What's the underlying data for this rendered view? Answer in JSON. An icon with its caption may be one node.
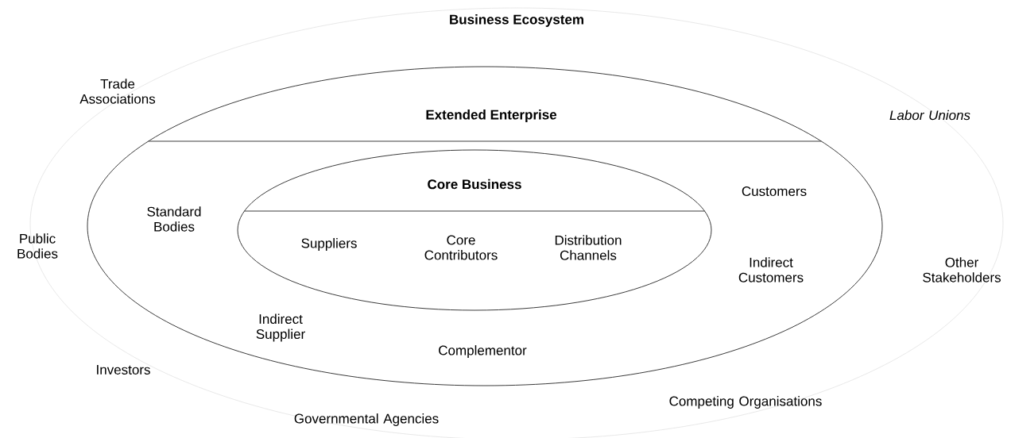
{
  "diagram": {
    "nodes": [
      {
        "text": [
          "Business Ecosystem"
        ]
      },
      {
        "text": [
          "Extended Enterprise"
        ],
        "in": 0
      },
      {
        "text": [
          "Core Business"
        ],
        "in": 1
      }
    ],
    "labels": [
      "Trade Associations",
      "Labor Unions",
      "Customers",
      "Standard Bodies",
      "Public Bodies",
      "Suppliers",
      "Core Contributors",
      "Distribution Channels",
      "Indirect Customers",
      "Other Stakeholders",
      "Indirect Supplier",
      "Complementor",
      "Investors",
      "Competing Organisations",
      "Governmental Agencies"
    ]
  }
}
